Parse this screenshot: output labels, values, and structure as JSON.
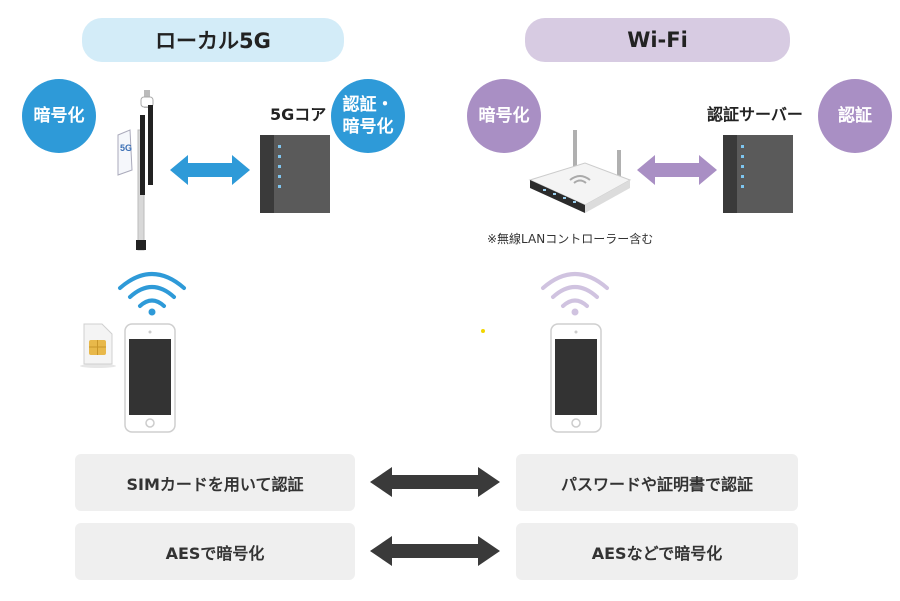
{
  "left": {
    "header": "ローカル5G",
    "encrypt_circle": "暗号化",
    "core_label": "5Gコア",
    "auth_circle_line1": "認証・",
    "auth_circle_line2": "暗号化",
    "antenna_tag": "5G",
    "auth_method": "SIMカードを用いて認証",
    "encryption_method": "AESで暗号化"
  },
  "right": {
    "header": "Wi-Fi",
    "encrypt_circle": "暗号化",
    "server_label": "認証サーバー",
    "auth_circle": "認証",
    "router_note": "※無線LANコントローラー含む",
    "auth_method": "パスワードや証明書で認証",
    "encryption_method": "AESなどで暗号化"
  },
  "colors": {
    "local5g_header": "#d3ecf8",
    "wifi_header": "#d7cbe2",
    "blue": "#2e9ad8",
    "purple": "#a98fc4",
    "dark_arrow": "#3a3a3a",
    "box_bg": "#efefef"
  }
}
